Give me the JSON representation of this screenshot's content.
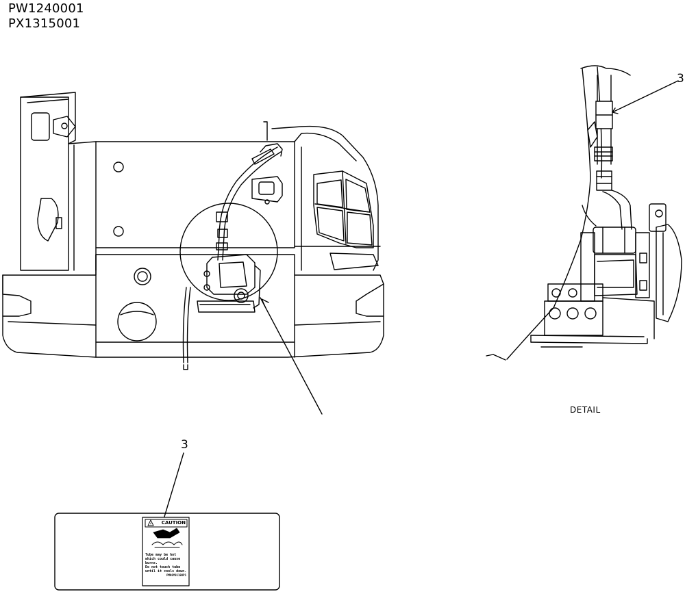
{
  "serials": [
    "PW1240001",
    "PX1315001"
  ],
  "callouts": {
    "detail_item": "3",
    "decal_item": "3"
  },
  "detail_label": "DETAIL",
  "decal": {
    "header": "CAUTION",
    "lines": [
      "Tube may be hot",
      "which could cause",
      "burns.",
      "Do not touch tube",
      "until it cools down."
    ],
    "part_code": "PM90Y01188P1"
  }
}
